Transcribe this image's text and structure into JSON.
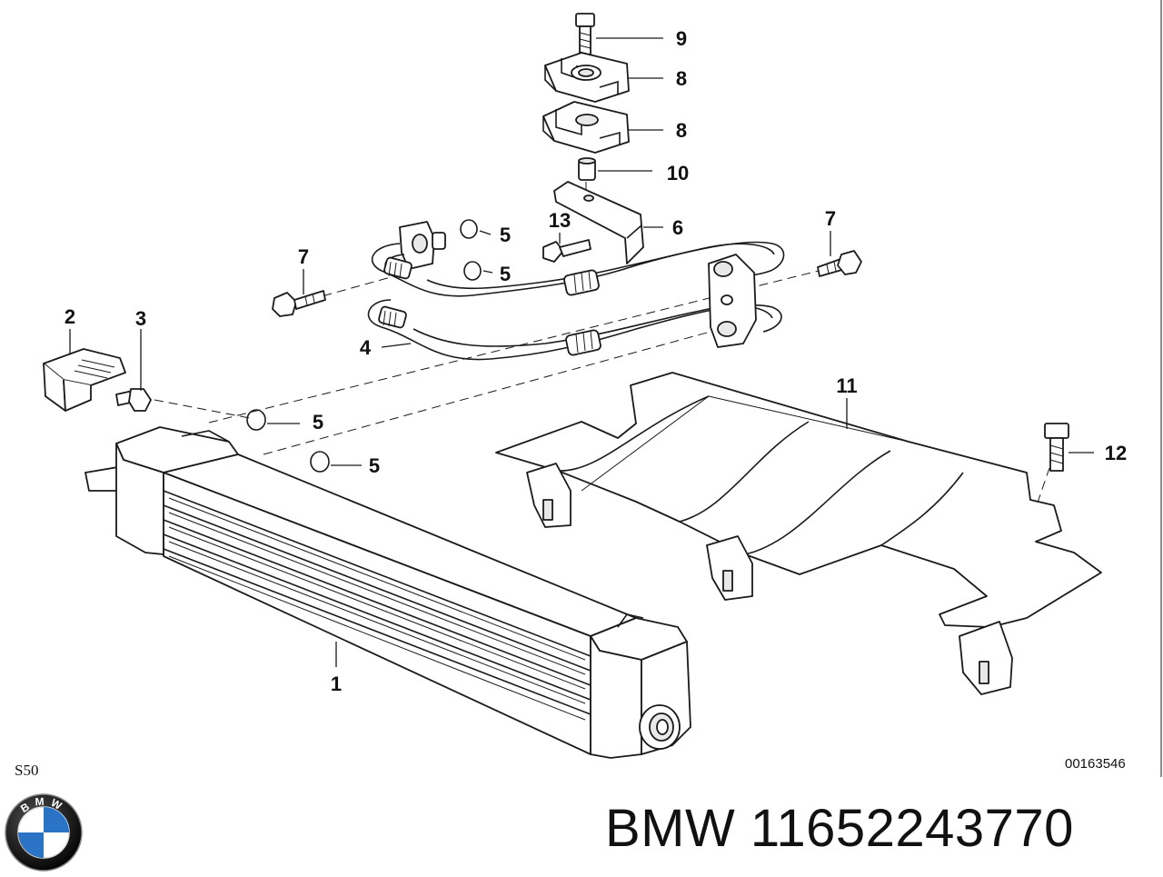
{
  "diagram": {
    "callouts": [
      {
        "id": "c1",
        "label": "1"
      },
      {
        "id": "c2",
        "label": "2"
      },
      {
        "id": "c3",
        "label": "3"
      },
      {
        "id": "c4",
        "label": "4"
      },
      {
        "id": "c5a",
        "label": "5"
      },
      {
        "id": "c5b",
        "label": "5"
      },
      {
        "id": "c5c",
        "label": "5"
      },
      {
        "id": "c5d",
        "label": "5"
      },
      {
        "id": "c6",
        "label": "6"
      },
      {
        "id": "c7a",
        "label": "7"
      },
      {
        "id": "c7b",
        "label": "7"
      },
      {
        "id": "c8a",
        "label": "8"
      },
      {
        "id": "c8b",
        "label": "8"
      },
      {
        "id": "c9",
        "label": "9"
      },
      {
        "id": "c10",
        "label": "10"
      },
      {
        "id": "c11",
        "label": "11"
      },
      {
        "id": "c12",
        "label": "12"
      },
      {
        "id": "c13",
        "label": "13"
      }
    ],
    "model_code": "S50",
    "drawing_number": "00163546"
  },
  "footer": {
    "brand": "BMW",
    "part_number": "11652243770",
    "logo_letters": "BMW"
  },
  "colors": {
    "line": "#1a1a1a",
    "logo_blue": "#2b73c4",
    "logo_ring": "#111111"
  }
}
